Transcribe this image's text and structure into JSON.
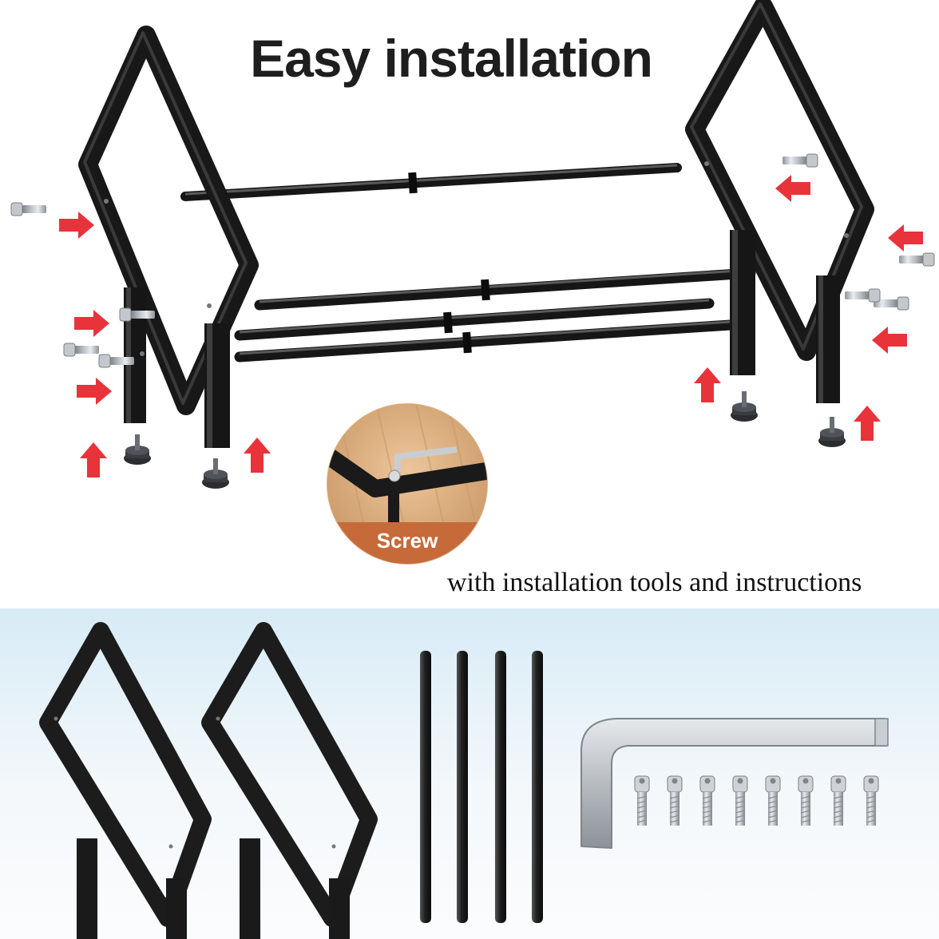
{
  "headline": "Easy installation",
  "badge_label": "Screw",
  "tagline": "with installation tools and instructions",
  "colors": {
    "frame": "#1c1c1c",
    "arrow": "#e8333a",
    "wood": "#d9a878",
    "badge": "#c76a3a",
    "sky": "#d7ebf6",
    "steel": "#b9bdc2"
  },
  "icons": [
    "screw-icon",
    "arrow-icon",
    "allen-key-icon",
    "foot-pad-icon"
  ],
  "parts_shown": {
    "side_frames": 2,
    "rods": 4,
    "screws": 8,
    "allen_keys": 1
  }
}
